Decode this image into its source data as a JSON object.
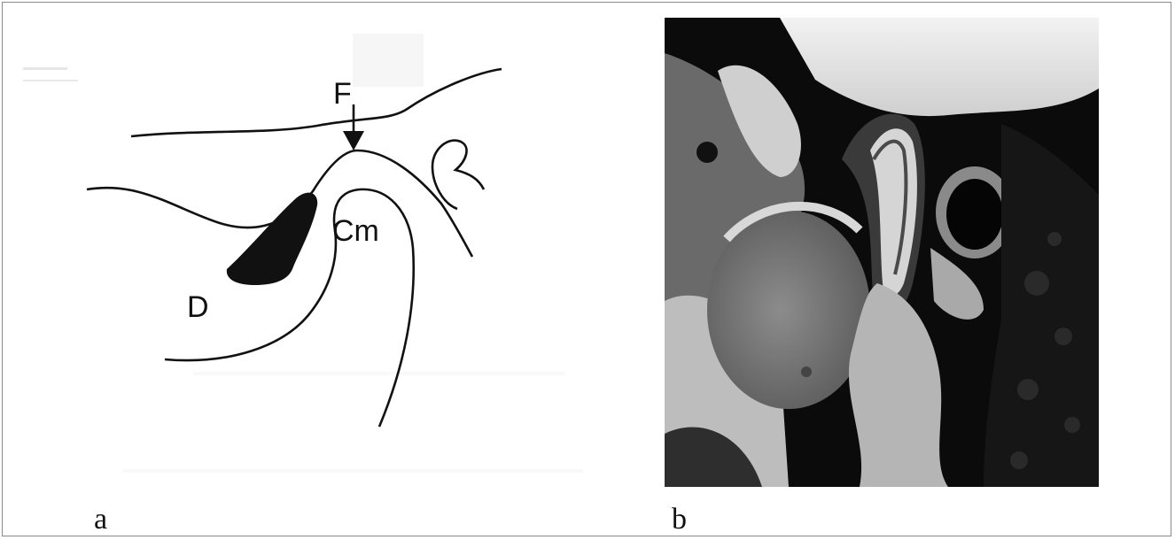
{
  "panel_a": {
    "caption": "a",
    "labels": {
      "force": "F",
      "condyle": "Cm",
      "disc": "D"
    }
  },
  "panel_b": {
    "caption": "b"
  },
  "colors": {
    "ink": "#111111",
    "frame": "#8a8a8a",
    "background": "#ffffff"
  }
}
